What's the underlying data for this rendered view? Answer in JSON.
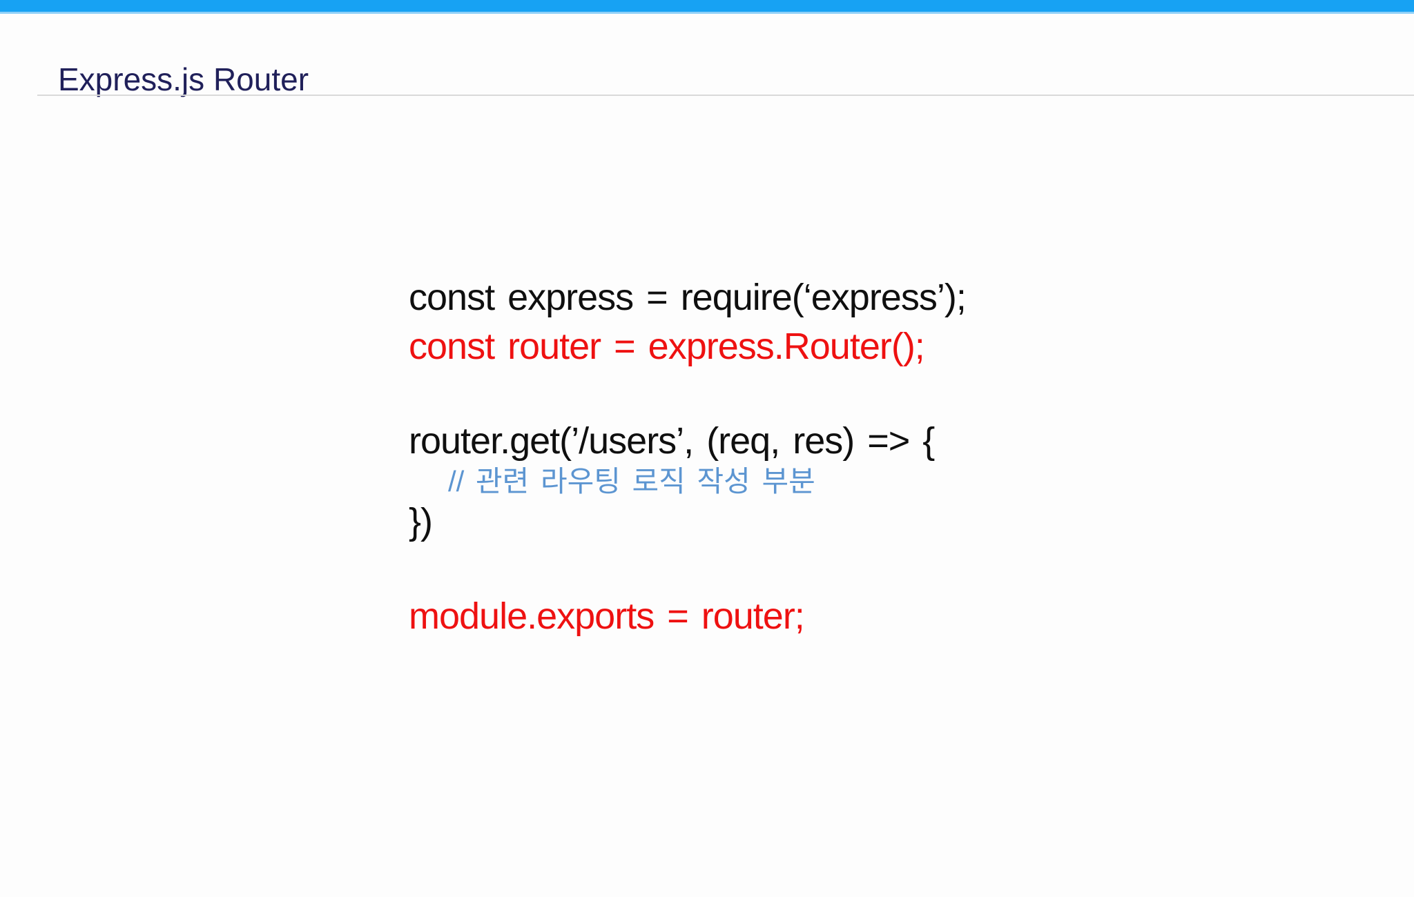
{
  "header": {
    "title": "Express.js Router"
  },
  "code": {
    "lines": [
      {
        "text": "const express = require(‘express’);",
        "role": "default"
      },
      {
        "text": "const router = express.Router();",
        "role": "red"
      },
      {
        "text": "",
        "role": "blank"
      },
      {
        "text": "router.get(’/users’, (req, res) => {",
        "role": "default"
      },
      {
        "text": "// 관련 라우팅 로직 작성 부분",
        "role": "comment"
      },
      {
        "text": "})",
        "role": "default"
      },
      {
        "text": "",
        "role": "blank"
      },
      {
        "text": "module.exports = router;",
        "role": "red"
      }
    ]
  },
  "colors": {
    "accent_bar": "#17A2F3",
    "accent_bar_edge": "#8FD0F8",
    "title": "#20205A",
    "divider": "#D9D9D9",
    "background": "#FDFDFD",
    "code_default": "#0F0F0F",
    "code_red": "#EE1111",
    "code_comment": "#5C95D1"
  }
}
